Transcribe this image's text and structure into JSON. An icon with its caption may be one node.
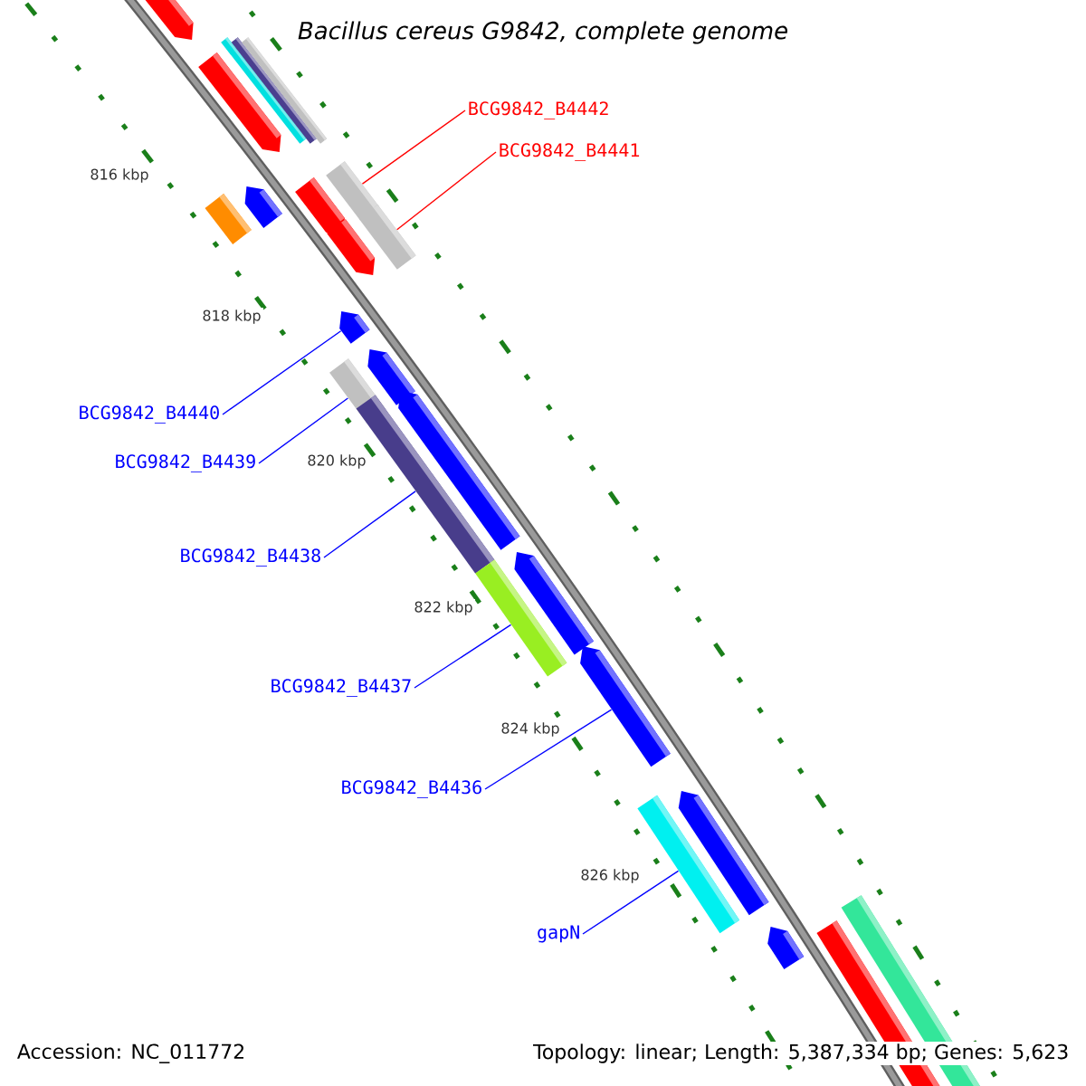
{
  "diagram": {
    "title": "Bacillus cereus G9842, complete genome",
    "nodes": [
      {
        "text": [
          "BCG9842_B4442"
        ]
      },
      {
        "text": [
          "BCG9842_B4441"
        ]
      },
      {
        "text": [
          "BCG9842_B4440"
        ]
      },
      {
        "text": [
          "BCG9842_B4439"
        ]
      },
      {
        "text": [
          "BCG9842_B4438"
        ]
      },
      {
        "text": [
          "BCG9842_B4437"
        ]
      },
      {
        "text": [
          "BCG9842_B4436"
        ]
      },
      {
        "text": [
          "gapN"
        ]
      },
      {
        "text": [],
        "shape": "box"
      },
      {
        "text": [],
        "shape": "box"
      },
      {
        "text": [],
        "shape": "arrow"
      },
      {
        "text": [],
        "shape": "box"
      },
      {
        "text": [],
        "shape": "box"
      },
      {
        "text": [],
        "shape": "box"
      },
      {
        "text": [],
        "shape": "arrow"
      },
      {
        "text": [],
        "shape": "box"
      }
    ],
    "edges": [
      {
        "from": 0,
        "to": 8,
        "arrow": "none",
        "color": "#ff0000"
      },
      {
        "from": 1,
        "to": 9,
        "arrow": "none",
        "color": "#ff0000"
      },
      {
        "from": 2,
        "to": 10,
        "arrow": "none"
      },
      {
        "from": 3,
        "to": 11,
        "arrow": "none"
      },
      {
        "from": 4,
        "to": 12,
        "arrow": "none"
      },
      {
        "from": 5,
        "to": 13,
        "arrow": "none"
      },
      {
        "from": 6,
        "to": 14,
        "arrow": "none"
      },
      {
        "from": 7,
        "to": 15,
        "arrow": "none"
      }
    ],
    "labels": [
      "816 kbp",
      "818 kbp",
      "820 kbp",
      "822 kbp",
      "824 kbp",
      "826 kbp",
      "Accession: NC_011772",
      "Topology: linear; Length: 5,387,334 bp; Genes: 5,623"
    ]
  }
}
